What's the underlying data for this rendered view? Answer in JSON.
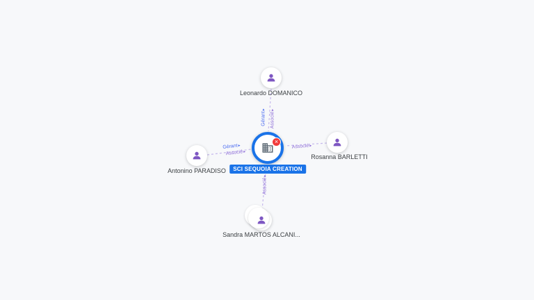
{
  "canvas": {
    "background_color": "#f7f8fa"
  },
  "icons": {
    "arrow_glyph": "▸",
    "close_glyph": "×"
  },
  "colors": {
    "node_ring": "#1a73e8",
    "center_label_bg": "#1a73e8",
    "person_icon": "#7e57c2",
    "company_icon": "#5f6b76",
    "badge_bg": "#f23b3b",
    "edge_line": "#c5b8ec",
    "gerant_label": "#4d6df0",
    "associe_label": "#8f6fd8"
  },
  "graph": {
    "center": {
      "label": "SCI SEQUOIA CREATION"
    },
    "nodes": [
      {
        "label": "Leonardo DOMANICO"
      },
      {
        "label": "Antonino PARADISO"
      },
      {
        "label": "Rosanna BARLETTI"
      },
      {
        "label": "Sandra MARTOS ALCANI..."
      }
    ],
    "edges": [
      {
        "target": "Leonardo DOMANICO",
        "labels": [
          "Gérant",
          "Associé"
        ]
      },
      {
        "target": "Antonino PARADISO",
        "labels": [
          "Gérant",
          "Associé"
        ]
      },
      {
        "target": "Rosanna BARLETTI",
        "labels": [
          "Associé"
        ]
      },
      {
        "target": "Sandra MARTOS ALCANI...",
        "labels": [
          "Associé"
        ]
      }
    ]
  }
}
